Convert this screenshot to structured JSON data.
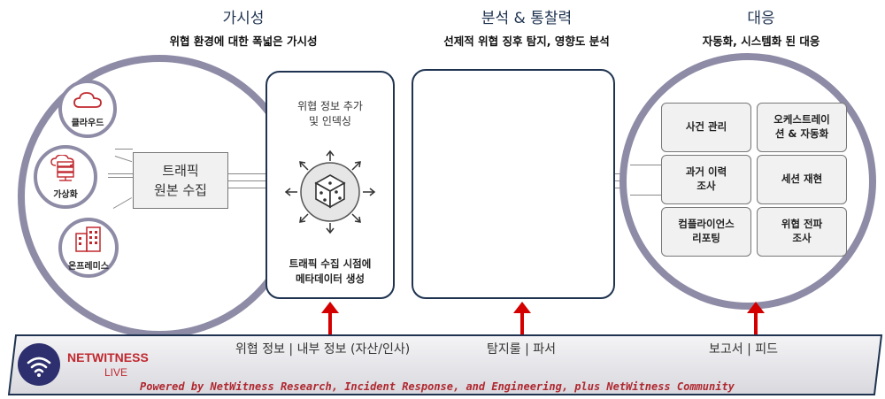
{
  "sections": {
    "visibility": {
      "title": "가시성",
      "subtitle": "위협 환경에 대한 폭넓은 가시성"
    },
    "analysis": {
      "title": "분석 & 통찰력",
      "subtitle": "선제적 위협 징후 탐지, 영향도 분석"
    },
    "response": {
      "title": "대응",
      "subtitle": "자동화, 시스템화 된 대응"
    }
  },
  "sources": [
    {
      "label": "클라우드",
      "icon": "cloud-icon"
    },
    {
      "label": "가상화",
      "icon": "server-cloud-icon"
    },
    {
      "label": "온프레미스",
      "icon": "building-icon"
    }
  ],
  "collect_box": {
    "line1": "트래픽",
    "line2": "원본 수집"
  },
  "enrich": {
    "top_line1": "위협 정보 추가",
    "top_line2": "및 인덱싱",
    "bottom_line1": "트래픽 수집 시점에",
    "bottom_line2": "메타데이터 생성",
    "icon": "cube-expand-icon"
  },
  "response_items": [
    {
      "line1": "사건 관리",
      "line2": ""
    },
    {
      "line1": "오케스트레이",
      "line2": "션 & 자동화"
    },
    {
      "line1": "과거 이력",
      "line2": "조사"
    },
    {
      "line1": "세션 재현",
      "line2": ""
    },
    {
      "line1": "컴플라이언스",
      "line2": "리포팅"
    },
    {
      "line1": "위협 전파",
      "line2": "조사"
    }
  ],
  "banner": {
    "brand": "NETWITNESS",
    "live": "LIVE",
    "feed_left": "위협 정보 | 내부 정보 (자산/인사)",
    "feed_middle": "탐지룰 | 파서",
    "feed_right": "보고서 | 피드",
    "powered_by": "Powered by NetWitness Research, Incident Response, and Engineering, plus NetWitness Community"
  },
  "colors": {
    "circle_border": "#8e8ba6",
    "navy": "#1f3350",
    "arrow_red": "#d40000",
    "brand_red": "#c0282f"
  }
}
